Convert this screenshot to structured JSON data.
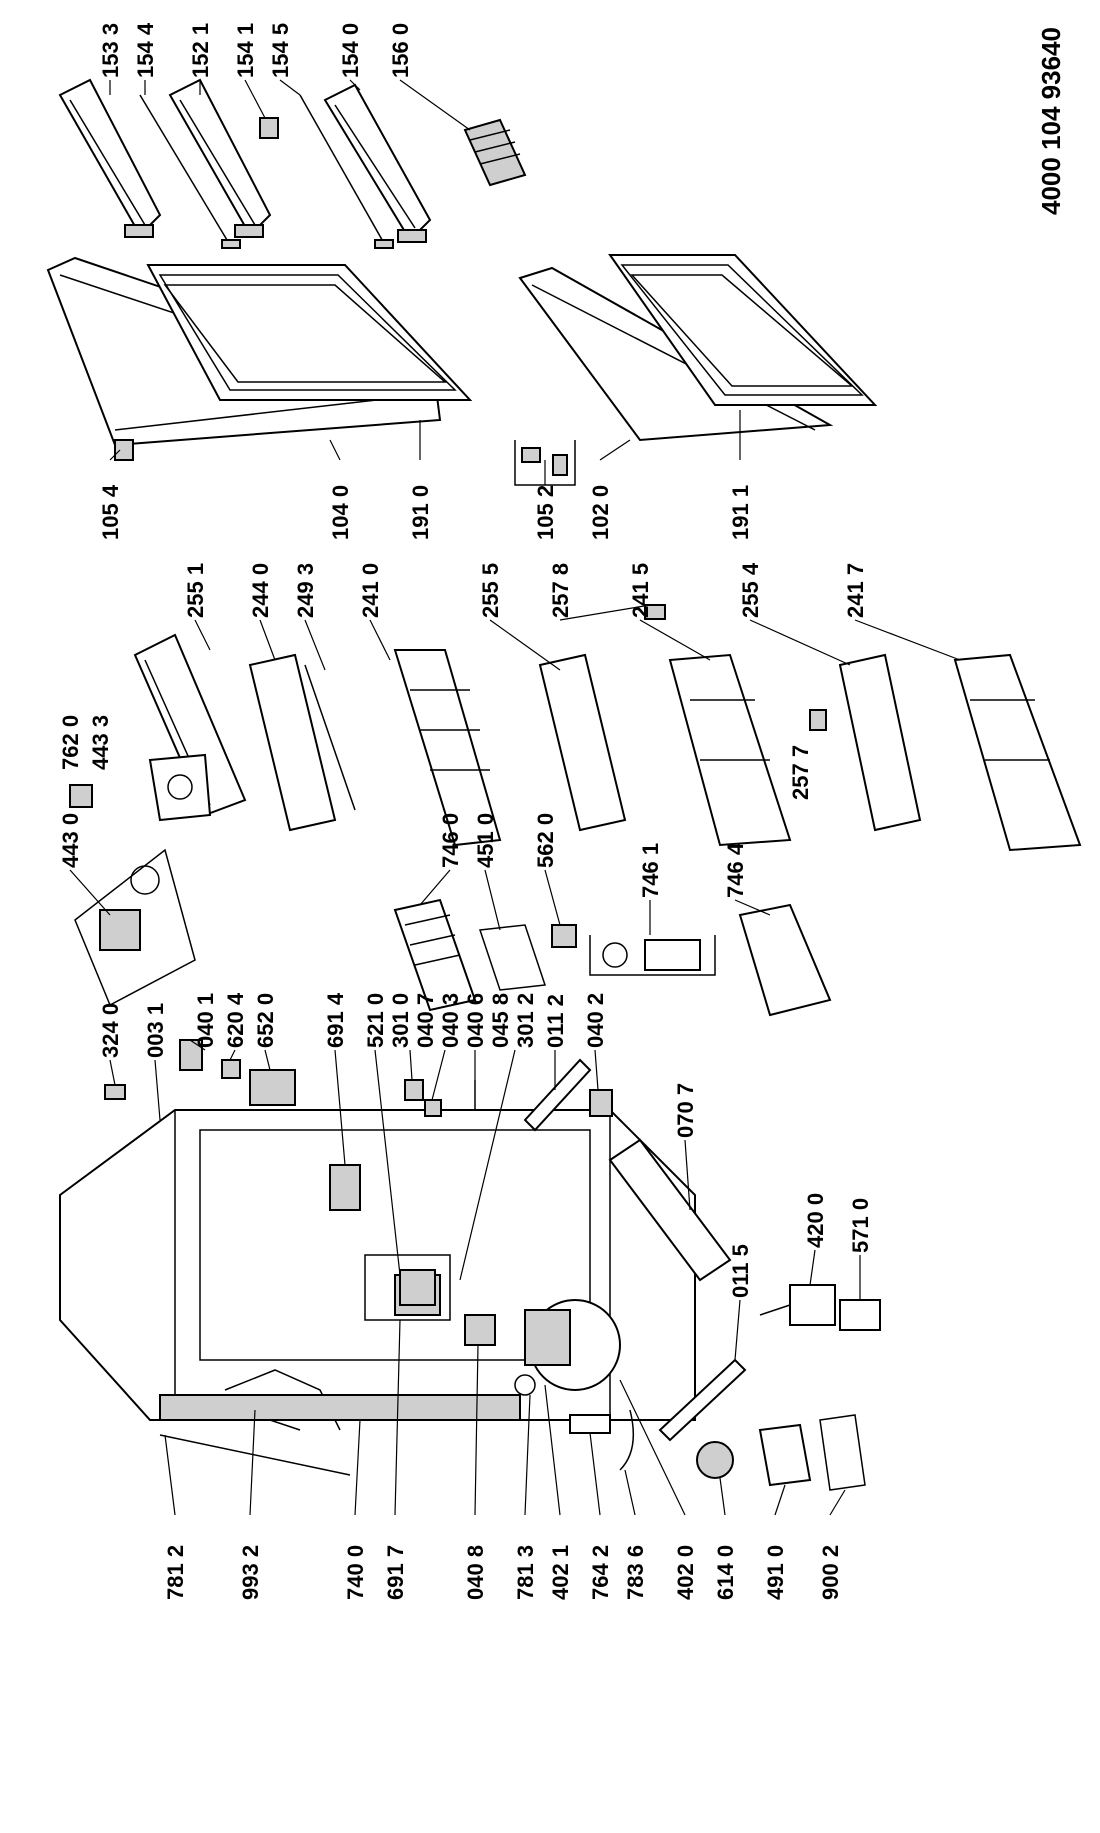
{
  "diagram": {
    "document_number": "4000 104 93640",
    "labels": {
      "l1533": "153 3",
      "l1544": "154 4",
      "l1521": "152 1",
      "l1541": "154 1",
      "l1545": "154 5",
      "l1540": "154 0",
      "l1560": "156 0",
      "l1054": "105 4",
      "l1040": "104 0",
      "l1910": "191 0",
      "l1052": "105 2",
      "l1020": "102 0",
      "l1911": "191 1",
      "l7620": "762 0",
      "l4433": "443 3",
      "l2551": "255 1",
      "l2440": "244 0",
      "l2493": "249 3",
      "l2410": "241 0",
      "l2555": "255 5",
      "l2578": "257 8",
      "l2415": "241 5",
      "l2577": "257 7",
      "l2554": "255 4",
      "l2417": "241 7",
      "l4430": "443 0",
      "l7460": "746 0",
      "l4510": "451 0",
      "l5620": "562 0",
      "l7461": "746 1",
      "l7464": "746 4",
      "l3240": "324 0",
      "l0031": "003 1",
      "l0401": "040 1",
      "l6204": "620 4",
      "l6520": "652 0",
      "l6914": "691 4",
      "l5210": "521 0",
      "l3010": "301 0",
      "l0407": "040 7",
      "l0403": "040 3",
      "l0406": "040 6",
      "l0458": "045 8",
      "l3012": "301 2",
      "l0112": "011 2",
      "l0402": "040 2",
      "l0707": "070 7",
      "l0115": "011 5",
      "l4200": "420 0",
      "l5710": "571 0",
      "l7812": "781 2",
      "l9932": "993 2",
      "l7400": "740 0",
      "l6917": "691 7",
      "l0408": "040 8",
      "l7813": "781 3",
      "l4021": "402 1",
      "l7642": "764 2",
      "l7836": "783 6",
      "l4020": "402 0",
      "l6140": "614 0",
      "l4910": "491 0",
      "l9002": "900 2"
    }
  }
}
